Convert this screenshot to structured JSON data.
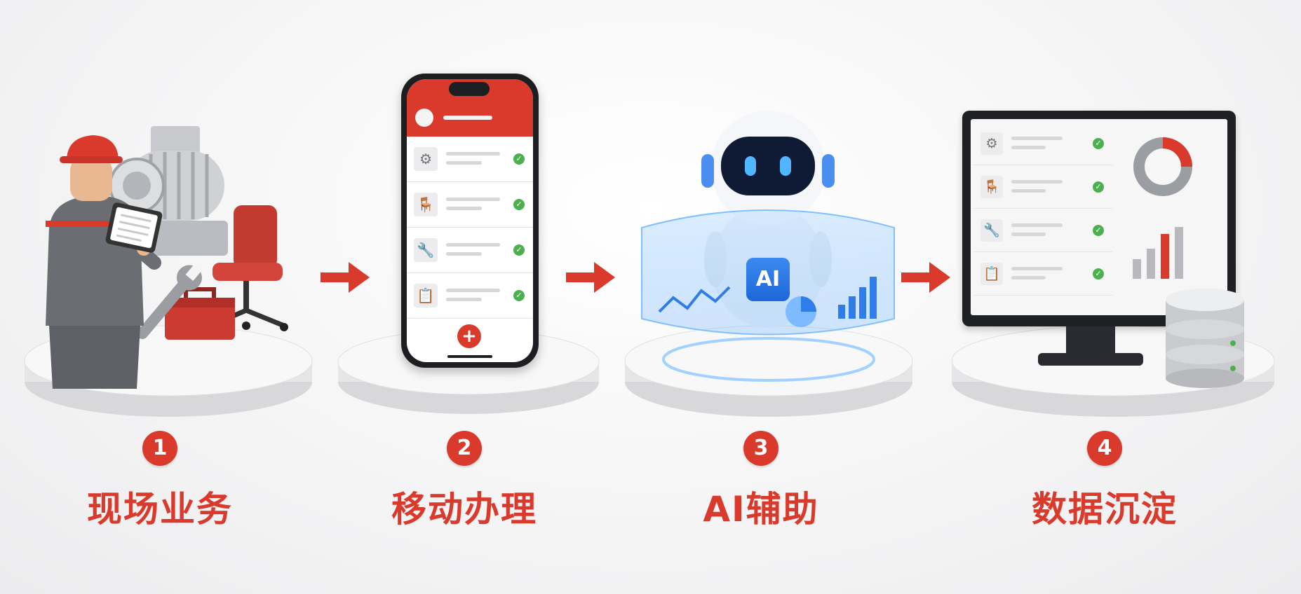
{
  "colors": {
    "accent": "#d93a2b",
    "ai_blue": "#2f7de8",
    "check_green": "#4caf50",
    "background": "#f2f2f3"
  },
  "steps": [
    {
      "number": "1",
      "label": "现场业务",
      "icon": "field-worker-icon"
    },
    {
      "number": "2",
      "label": "移动办理",
      "icon": "mobile-phone-icon"
    },
    {
      "number": "3",
      "label": "AI辅助",
      "icon": "ai-robot-icon"
    },
    {
      "number": "4",
      "label": "数据沉淀",
      "icon": "monitor-database-icon"
    }
  ],
  "robot": {
    "chip_text": "AI"
  },
  "phone": {
    "add_button": "+"
  }
}
